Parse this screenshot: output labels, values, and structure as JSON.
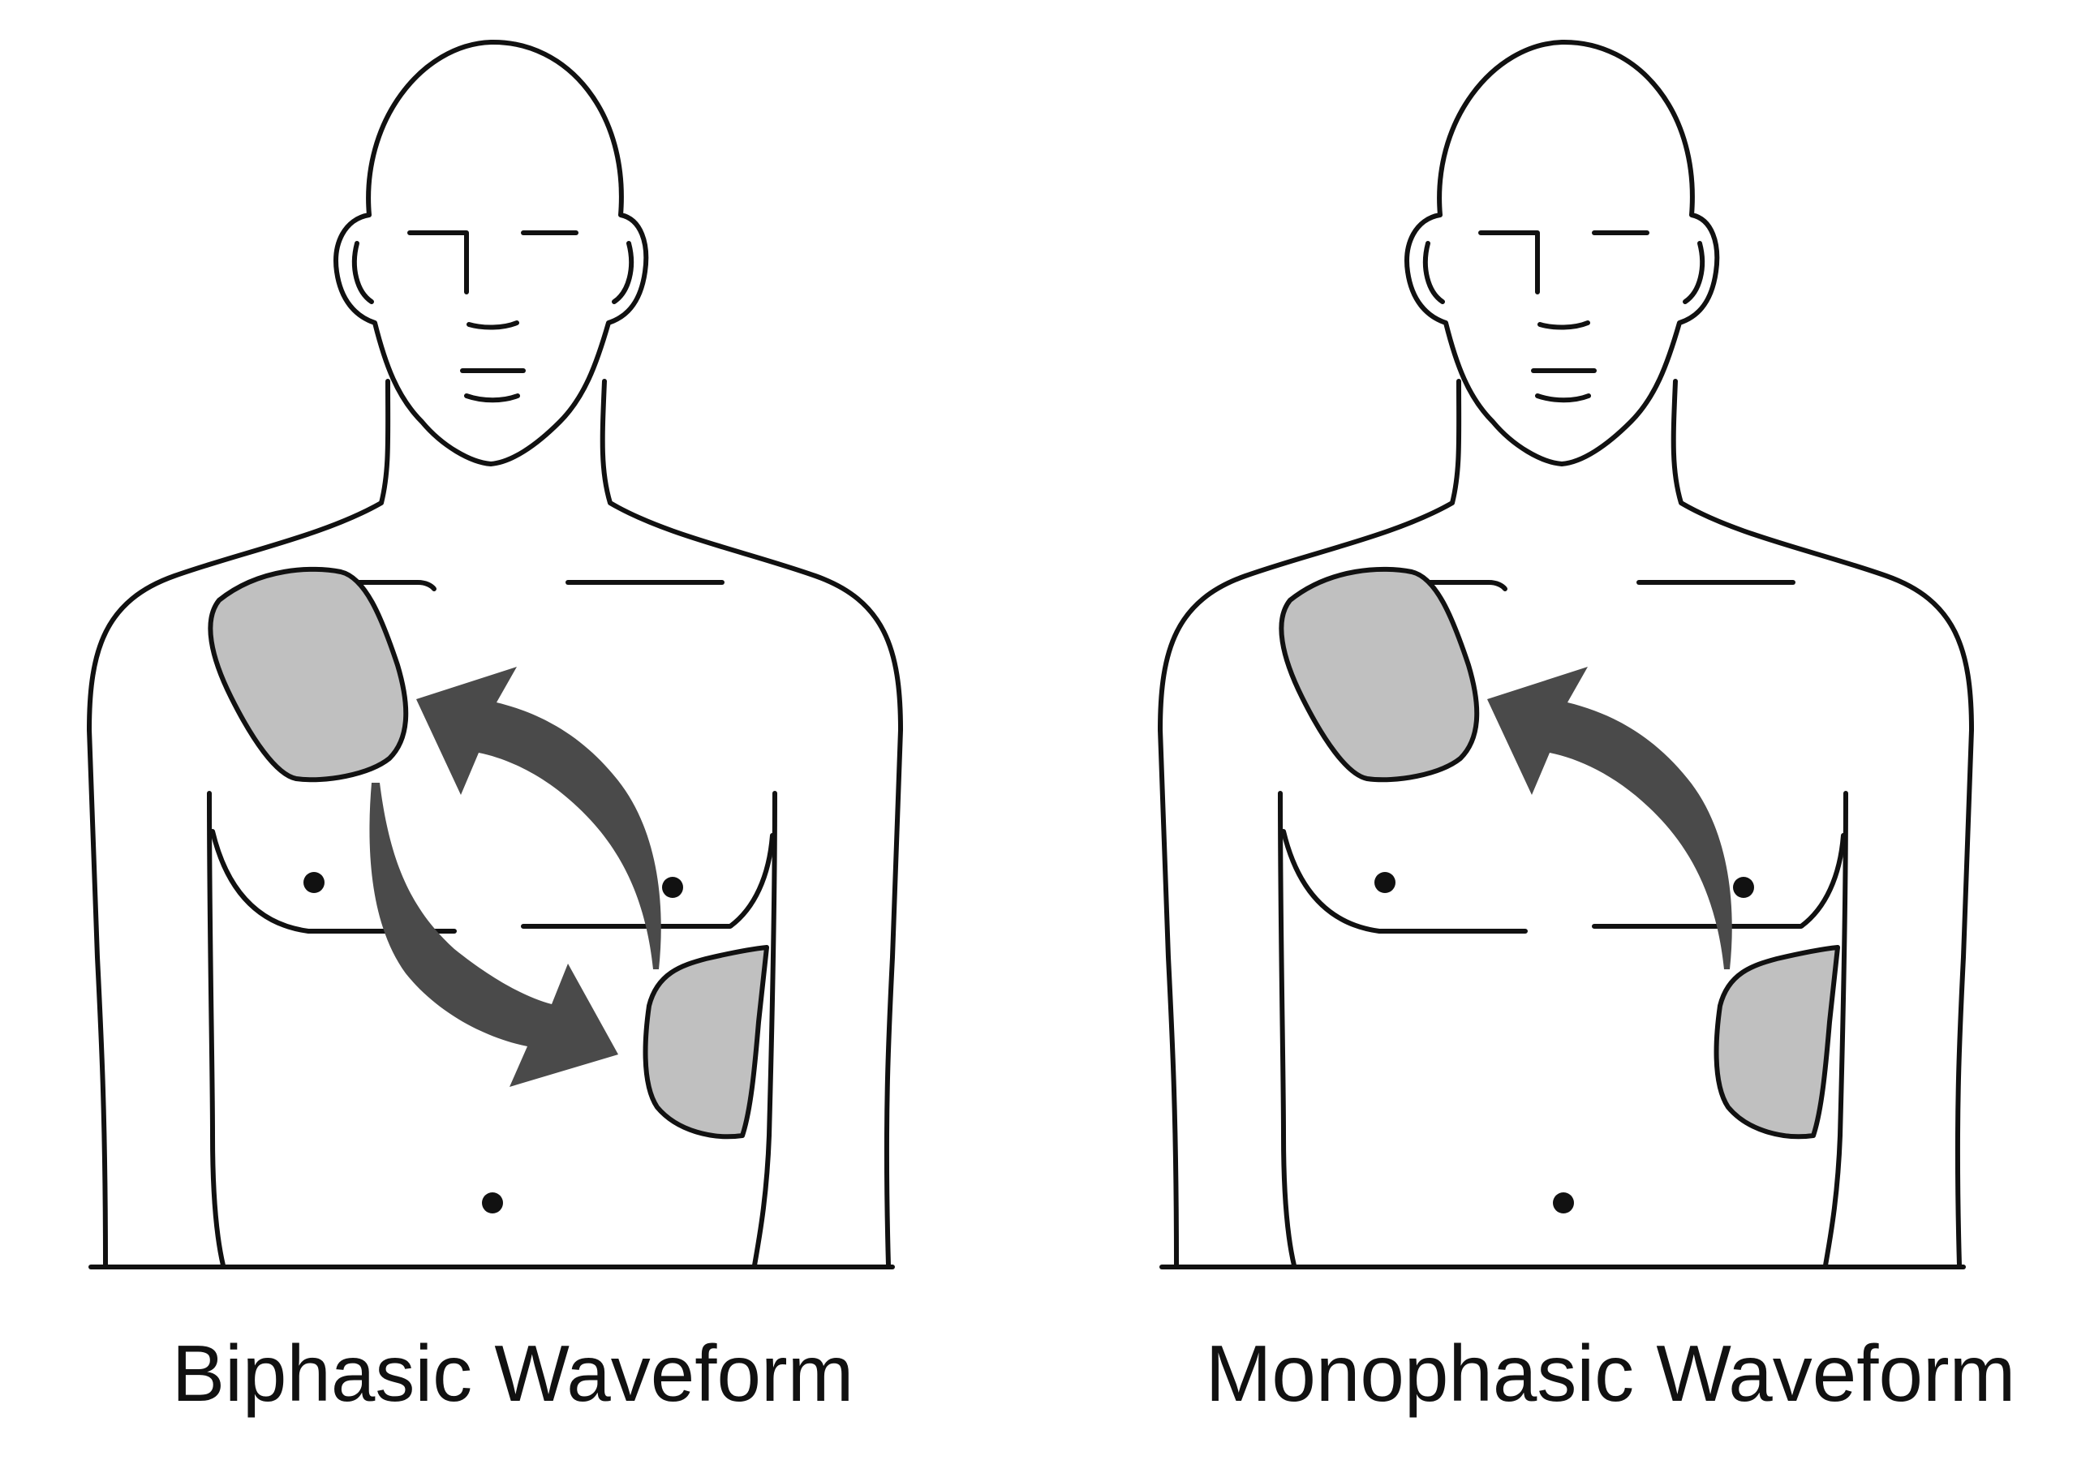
{
  "figures": [
    {
      "id": "biphasic",
      "caption": "Biphasic Waveform",
      "pads": [
        "upper-right-chest",
        "lower-left-side"
      ],
      "current_arrows": 2
    },
    {
      "id": "monophasic",
      "caption": "Monophasic Waveform",
      "pads": [
        "upper-right-chest",
        "lower-left-side"
      ],
      "current_arrows": 1
    }
  ],
  "colors": {
    "outline": "#111111",
    "pad_fill": "#c0c0c0",
    "arrow_fill": "#4a4a4a",
    "background": "#ffffff"
  }
}
